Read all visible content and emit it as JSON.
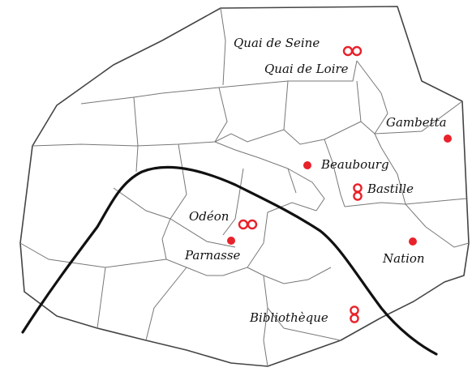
{
  "map": {
    "colors": {
      "marker": "#e8222a",
      "outline": "#444444",
      "districts": "#777777",
      "river": "#111111"
    },
    "places": [
      {
        "name": "Quai de Seine",
        "marker": "double-circle-horizontal"
      },
      {
        "name": "Quai de Loire",
        "marker": "none"
      },
      {
        "name": "Gambetta",
        "marker": "dot"
      },
      {
        "name": "Beaubourg",
        "marker": "dot"
      },
      {
        "name": "Bastille",
        "marker": "double-circle-vertical"
      },
      {
        "name": "Odéon",
        "marker": "double-circle-horizontal"
      },
      {
        "name": "Parnasse",
        "marker": "dot"
      },
      {
        "name": "Nation",
        "marker": "dot"
      },
      {
        "name": "Bibliothèque",
        "marker": "double-circle-vertical"
      }
    ]
  }
}
